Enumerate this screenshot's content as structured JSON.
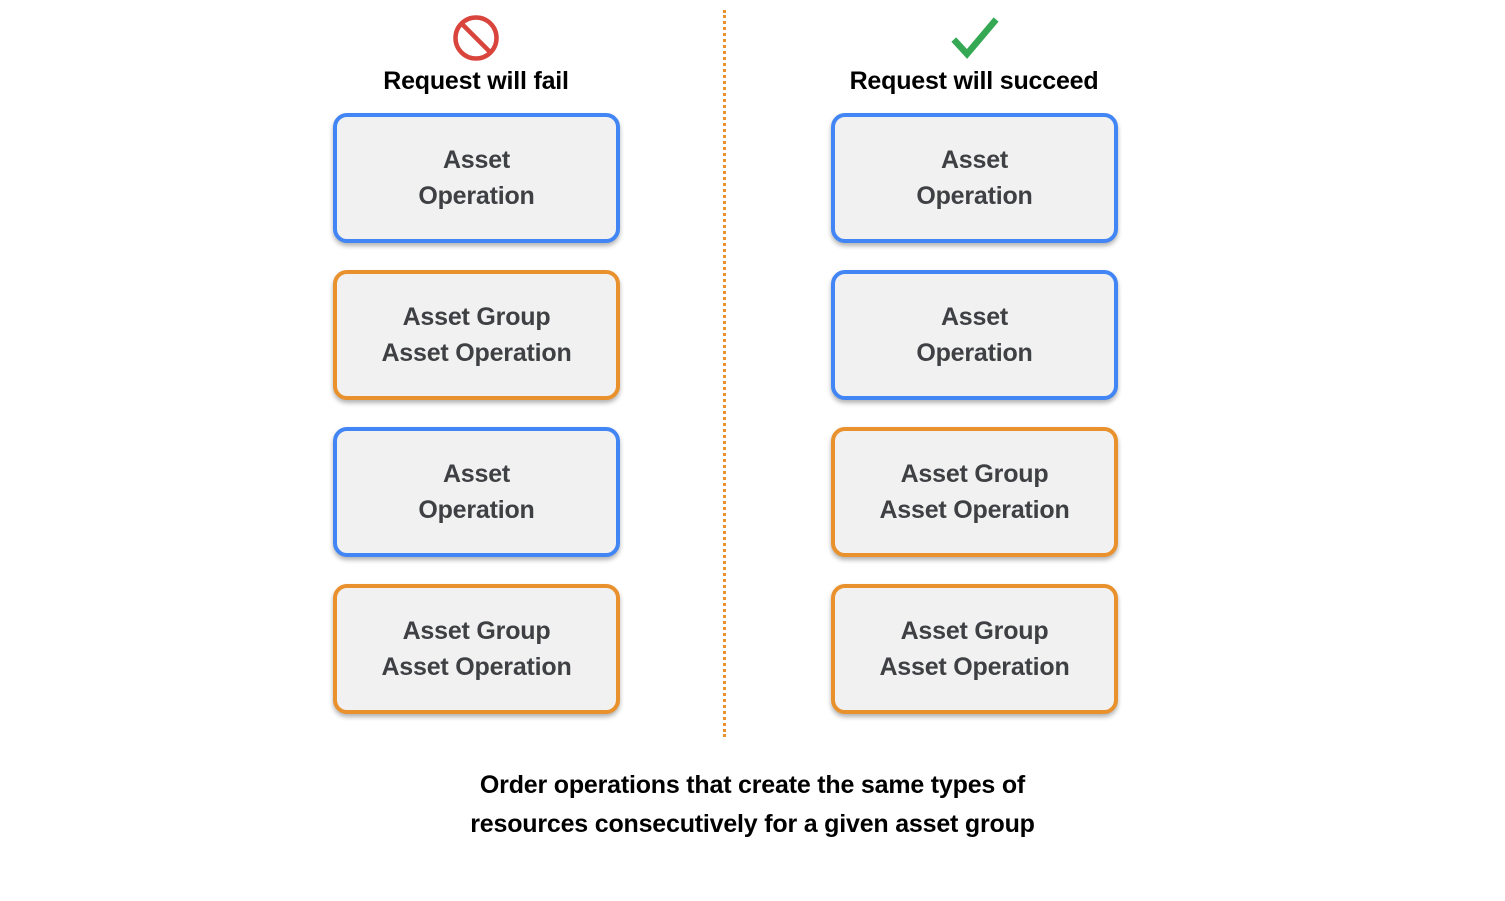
{
  "colors": {
    "background": "#FFFFFF",
    "card_fill": "#F1F1F1",
    "blue_border": "#4285F4",
    "orange_border": "#E8912D",
    "text": "#3E4043",
    "heading_text": "#000000",
    "fail_icon": "#D9453C",
    "success_icon": "#34A853",
    "divider": "#E8912D"
  },
  "columns": [
    {
      "id": "fail",
      "icon": "prohibition-icon",
      "heading": "Request will fail",
      "cards": [
        {
          "label": "Asset\nOperation",
          "type": "asset-operation",
          "border": "blue"
        },
        {
          "label": "Asset Group\nAsset Operation",
          "type": "asset-group-asset-operation",
          "border": "orange"
        },
        {
          "label": "Asset\nOperation",
          "type": "asset-operation",
          "border": "blue"
        },
        {
          "label": "Asset Group\nAsset Operation",
          "type": "asset-group-asset-operation",
          "border": "orange"
        }
      ]
    },
    {
      "id": "succeed",
      "icon": "checkmark-icon",
      "heading": "Request will succeed",
      "cards": [
        {
          "label": "Asset\nOperation",
          "type": "asset-operation",
          "border": "blue"
        },
        {
          "label": "Asset\nOperation",
          "type": "asset-operation",
          "border": "blue"
        },
        {
          "label": "Asset Group\nAsset Operation",
          "type": "asset-group-asset-operation",
          "border": "orange"
        },
        {
          "label": "Asset Group\nAsset Operation",
          "type": "asset-group-asset-operation",
          "border": "orange"
        }
      ]
    }
  ],
  "caption": "Order operations that create the same types of\nresources consecutively for a given asset group"
}
